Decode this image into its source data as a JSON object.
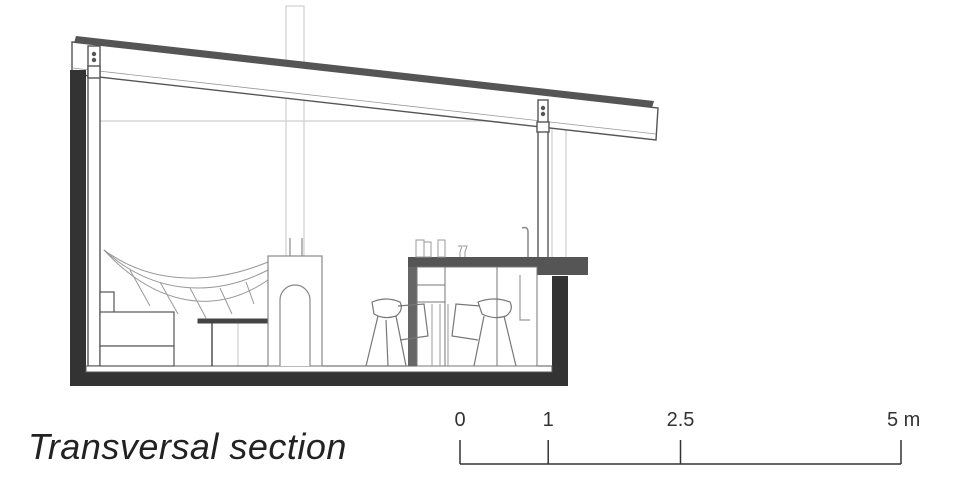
{
  "title": "Transversal section",
  "scale_bar": {
    "unit": "m",
    "ticks": [
      {
        "value": 0,
        "label": "0"
      },
      {
        "value": 1,
        "label": "1"
      },
      {
        "value": 2.5,
        "label": "2.5"
      },
      {
        "value": 5,
        "label": "5 m"
      }
    ]
  },
  "colors": {
    "wall": "#333333",
    "line": "#555555",
    "faint": "#c8c8c8",
    "counter": "#4a4a4a"
  }
}
